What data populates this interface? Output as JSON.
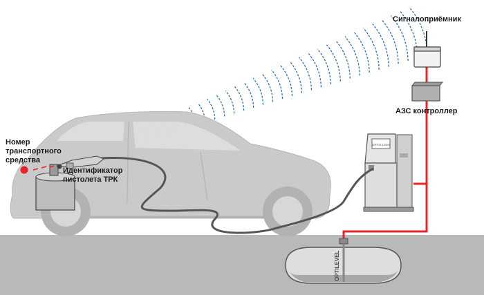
{
  "labels": {
    "receiver": "Сигналоприёмник",
    "controller": "АЗС контроллер",
    "plate_line1": "Номер",
    "plate_line2": "транспортного",
    "plate_line3": "средства",
    "nozzle_line1": "Идентификатор",
    "nozzle_line2": "пистолета ТРК"
  },
  "dispenser_screen_text": "OPTIS Litres",
  "tank_brand": "OPTILEVEL",
  "colors": {
    "background": "#ffffff",
    "ground": "#b9b9b9",
    "car_body": "#c9c9c9",
    "car_window": "#dcdcdc",
    "car_dark": "#a5a5a5",
    "wire": "#e8232b",
    "signal_waves": "#2a6fb5",
    "hose": "#555555",
    "plate_dot": "#e8232b"
  },
  "icons": {
    "receiver": "antenna-receiver-icon",
    "controller": "controller-box-icon",
    "dispenser": "fuel-dispenser-icon",
    "tank": "underground-tank-icon",
    "car": "car-silhouette-icon",
    "nozzle": "fuel-nozzle-icon"
  }
}
